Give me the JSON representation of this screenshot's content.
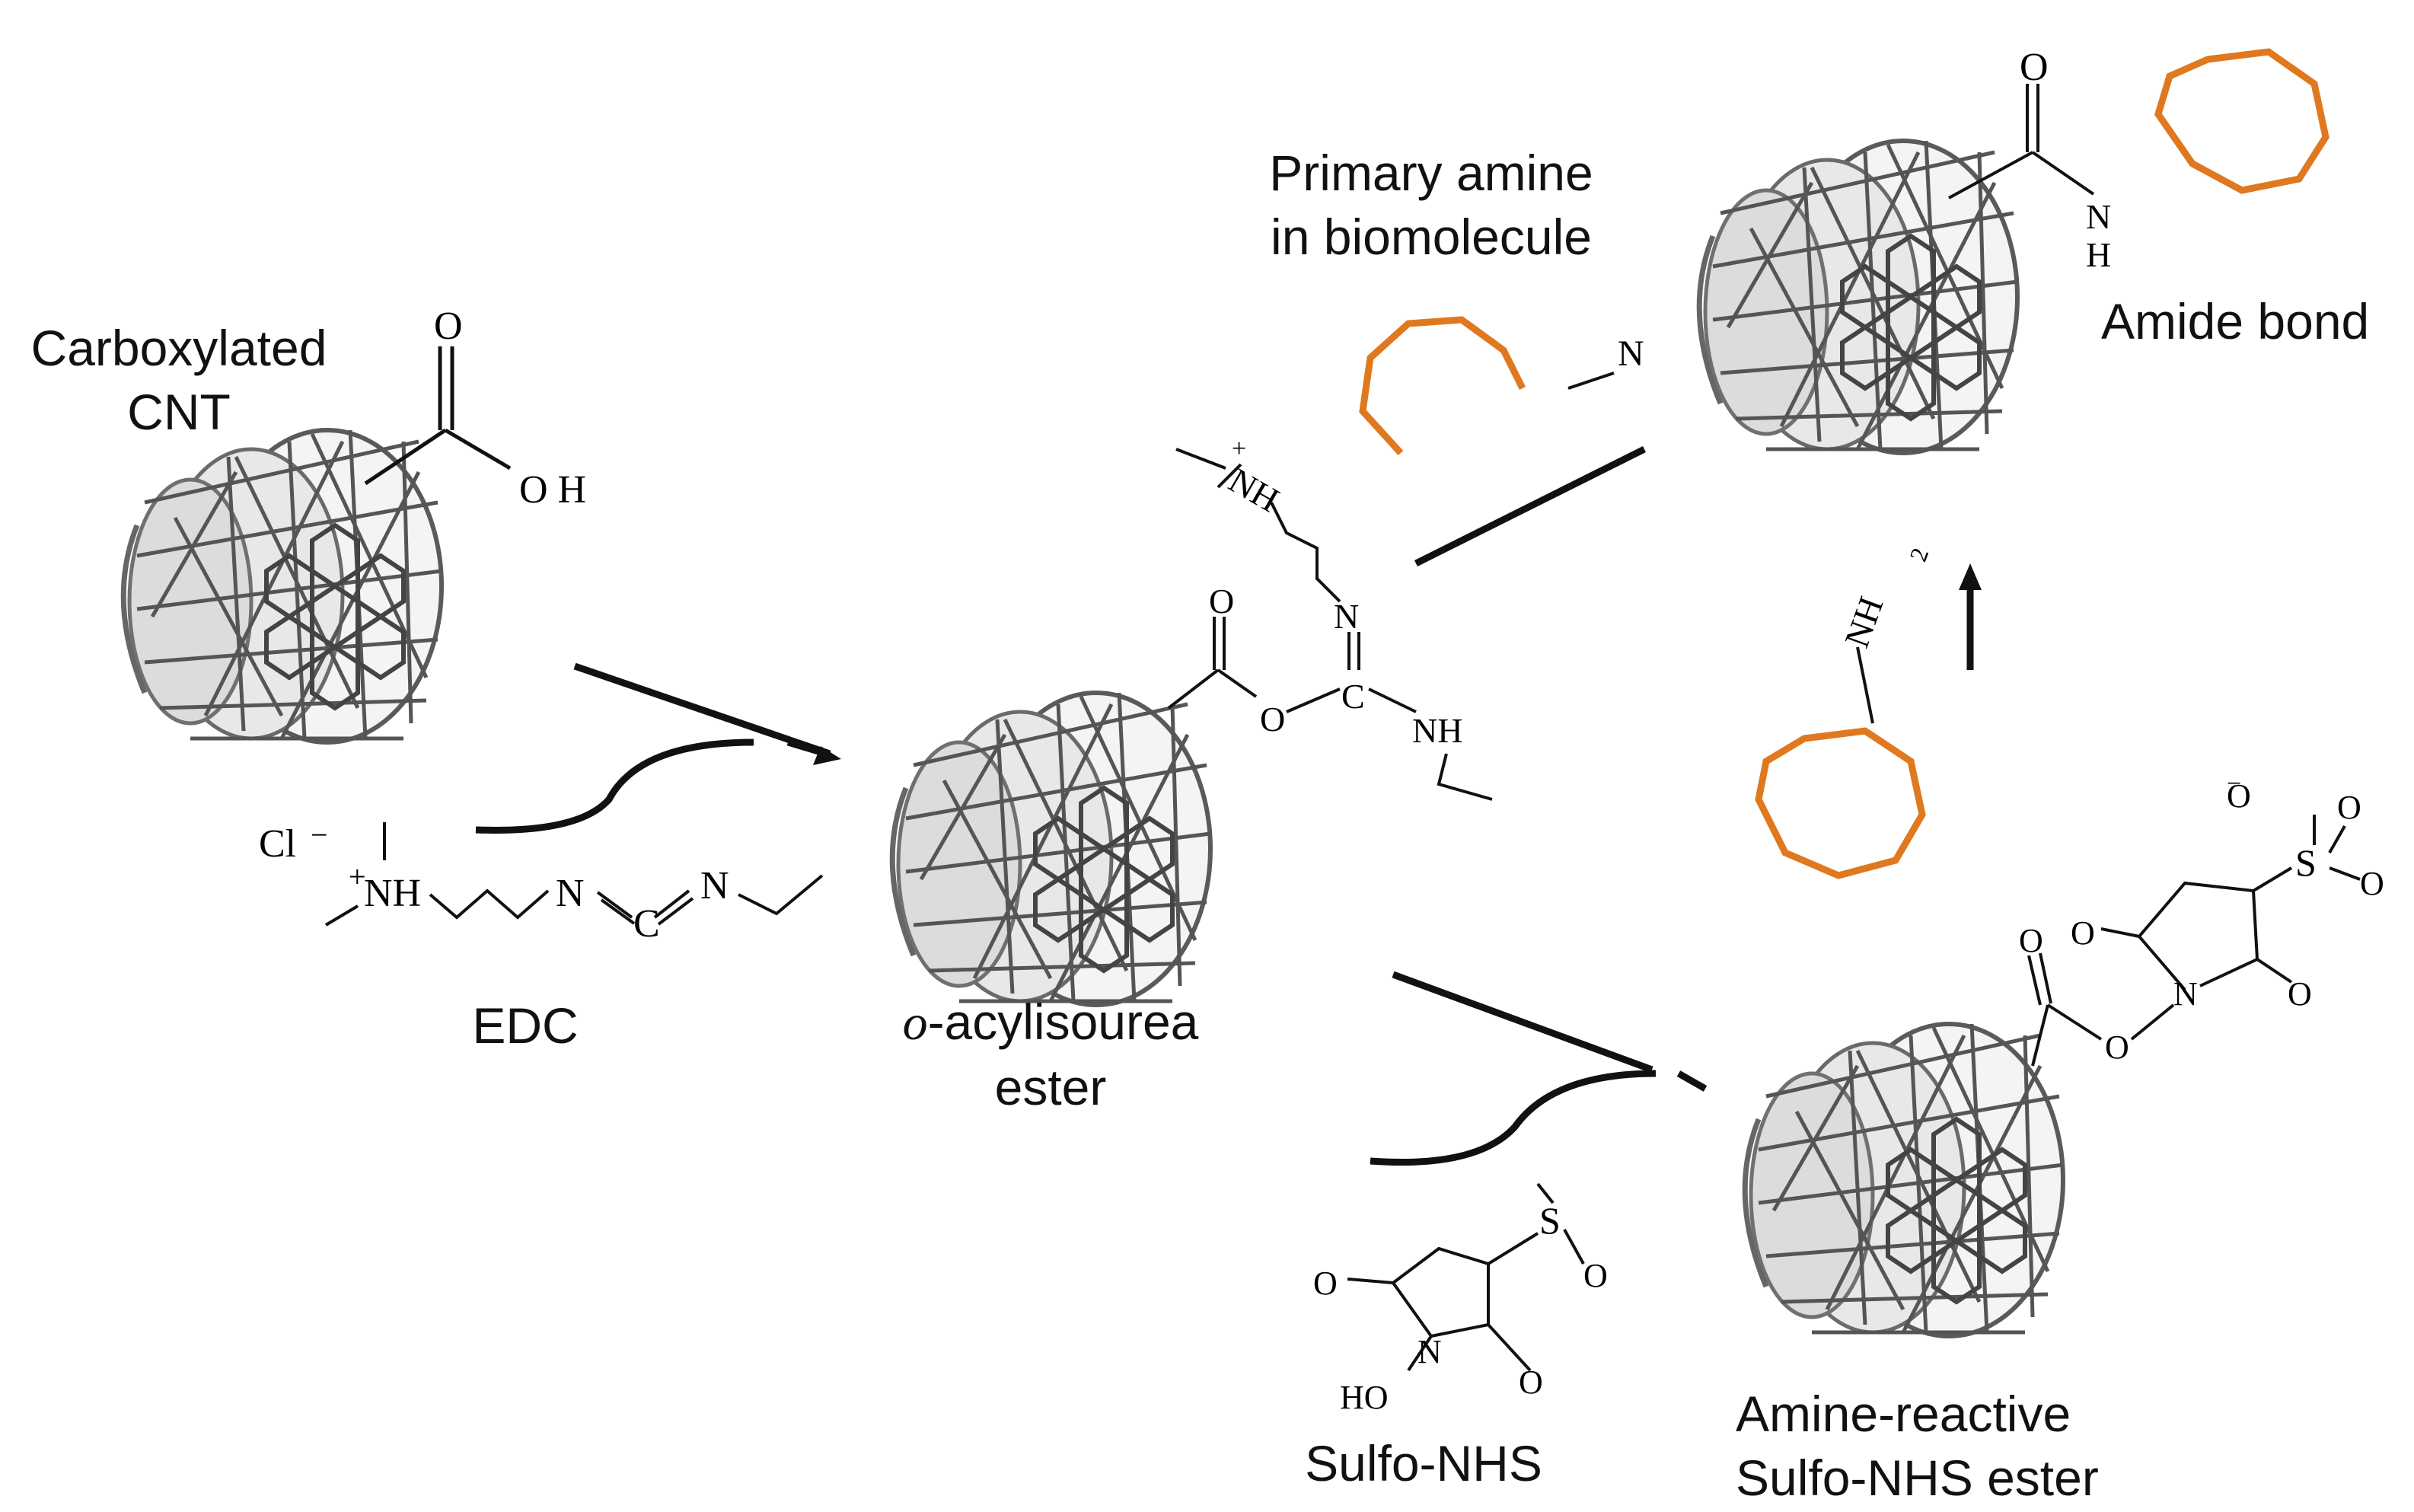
{
  "labels": {
    "carboxylated_cnt_line1": "Carboxylated",
    "carboxylated_cnt_line2": "CNT",
    "edc": "EDC",
    "o_prefix": "o",
    "acyl_line1_rest": "-acylisourea",
    "acyl_line2": "ester",
    "primary_amine_line1": "Primary amine",
    "primary_amine_line2": "in biomolecule",
    "amide_bond": "Amide bond",
    "sulfo_nhs": "Sulfo-NHS",
    "nhs_ester_line1": "Amine-reactive",
    "nhs_ester_line2": "Sulfo-NHS ester"
  },
  "atoms": {
    "o": "O",
    "oh": "O H",
    "h": "H",
    "n": "N",
    "nh": "NH",
    "nh_plus": "NH",
    "plus": "+",
    "minus": "−",
    "c": "C",
    "cl": "Cl",
    "nh2": "NH",
    "sub2": "2",
    "s": "S",
    "ho": "HO"
  },
  "colors": {
    "biomolecule": "#E07820",
    "arrow": "#111111",
    "cnt_stroke": "#5a5a5a",
    "bond": "#111111"
  }
}
